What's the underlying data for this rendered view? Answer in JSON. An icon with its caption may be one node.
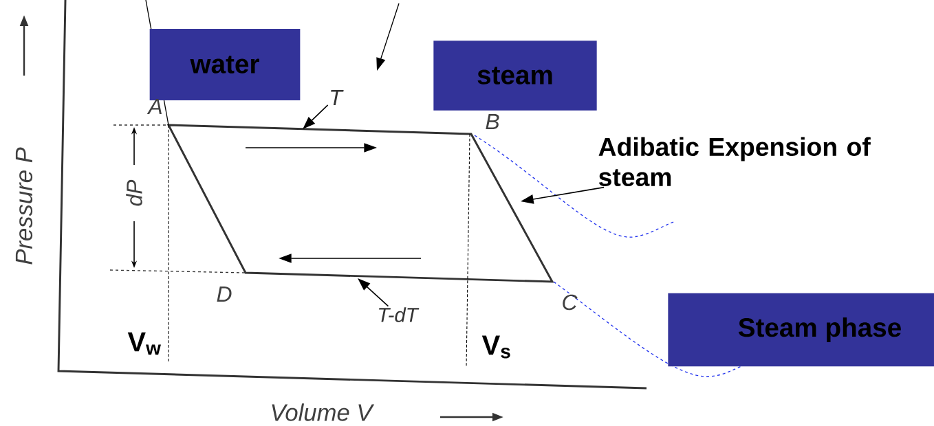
{
  "diagram": {
    "nodes": [
      {
        "text": [
          "water"
        ]
      },
      {
        "text": [
          "steam"
        ]
      },
      {
        "text": [
          "Steam phase"
        ]
      },
      {
        "text": [
          "Adibatic Expension of steam"
        ]
      },
      {
        "text": [
          "T"
        ]
      },
      {
        "text": [
          "T-dT"
        ]
      }
    ],
    "edges": [
      {
        "from": 3,
        "to": null,
        "arrow": "to"
      },
      {
        "from": 4,
        "to": null,
        "arrow": "to"
      },
      {
        "from": 5,
        "to": null,
        "arrow": "to"
      }
    ],
    "labels": [
      "Pressure P",
      "A",
      "dP",
      "B",
      "D",
      "C",
      "V$_{w}$",
      "V$_{s}$",
      "Volume V"
    ]
  }
}
